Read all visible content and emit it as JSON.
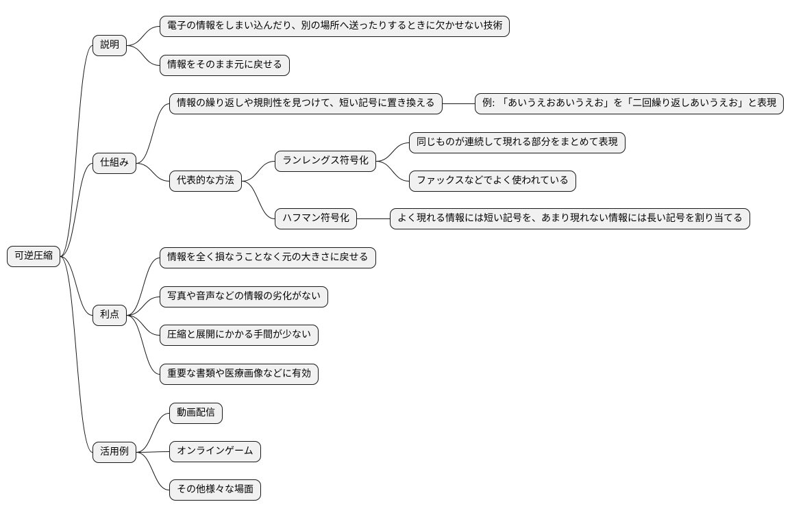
{
  "root": {
    "label": "可逆圧縮",
    "children": [
      {
        "label": "説明",
        "children": [
          {
            "label": "電子の情報をしまい込んだり、別の場所へ送ったりするときに欠かせない技術"
          },
          {
            "label": "情報をそのまま元に戻せる"
          }
        ]
      },
      {
        "label": "仕組み",
        "children": [
          {
            "label": "情報の繰り返しや規則性を見つけて、短い記号に置き換える",
            "children": [
              {
                "label": "例: 「あいうえおあいうえお」を「二回繰り返しあいうえお」と表現"
              }
            ]
          },
          {
            "label": "代表的な方法",
            "children": [
              {
                "label": "ランレングス符号化",
                "children": [
                  {
                    "label": "同じものが連続して現れる部分をまとめて表現"
                  },
                  {
                    "label": "ファックスなどでよく使われている"
                  }
                ]
              },
              {
                "label": "ハフマン符号化",
                "children": [
                  {
                    "label": "よく現れる情報には短い記号を、あまり現れない情報には長い記号を割り当てる"
                  }
                ]
              }
            ]
          }
        ]
      },
      {
        "label": "利点",
        "children": [
          {
            "label": "情報を全く損なうことなく元の大きさに戻せる"
          },
          {
            "label": "写真や音声などの情報の劣化がない"
          },
          {
            "label": "圧縮と展開にかかる手間が少ない"
          },
          {
            "label": "重要な書類や医療画像などに有効"
          }
        ]
      },
      {
        "label": "活用例",
        "children": [
          {
            "label": "動画配信"
          },
          {
            "label": "オンラインゲーム"
          },
          {
            "label": "その他様々な場面"
          }
        ]
      }
    ]
  }
}
